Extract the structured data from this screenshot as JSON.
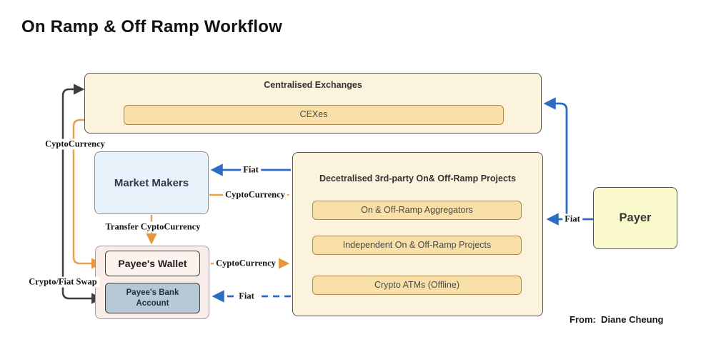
{
  "title": "On Ramp & Off Ramp Workflow",
  "attribution": "From:  Diane Cheung",
  "colors": {
    "accent_blue": "#2b6cc4",
    "accent_orange": "#e8973f",
    "connector_dark": "#3d3d3d",
    "container_cream": "#fcf3dc",
    "inner_tan": "#f8e0a8",
    "market_makers_blue": "#e9f2fb",
    "payee_group_pink": "#faece8",
    "bank_bluegray": "#b7c8d5",
    "payer_yellow": "#fafacd"
  },
  "nodes": {
    "centralised_exchanges": {
      "title": "Centralised Exchanges",
      "items": [
        "CEXes"
      ]
    },
    "market_makers": {
      "label": "Market Makers"
    },
    "payee_wallet": {
      "label": "Payee's Wallet"
    },
    "payee_bank": {
      "label": "Payee's Bank Account"
    },
    "decentralised": {
      "title": "Decetralised 3rd-party On& Off-Ramp Projects",
      "items": [
        "On & Off-Ramp Aggregators",
        "Independent On & Off-Ramp Projects",
        "Crypto ATMs (Offline)"
      ]
    },
    "payer": {
      "label": "Payer"
    }
  },
  "edges": {
    "cex_cyptocurrency": "CyptoCurrency",
    "crypto_fiat_swap": "Crypto/Fiat Swap",
    "mm_fiat_in": "Fiat",
    "mm_cyptocurrency_out": "CyptoCurrency",
    "transfer_cyptocurrency": "Transfer CyptoCurrency",
    "wallet_cyptocurrency_out": "CyptoCurrency",
    "bank_fiat_in": "Fiat",
    "payer_fiat_out": "Fiat"
  }
}
